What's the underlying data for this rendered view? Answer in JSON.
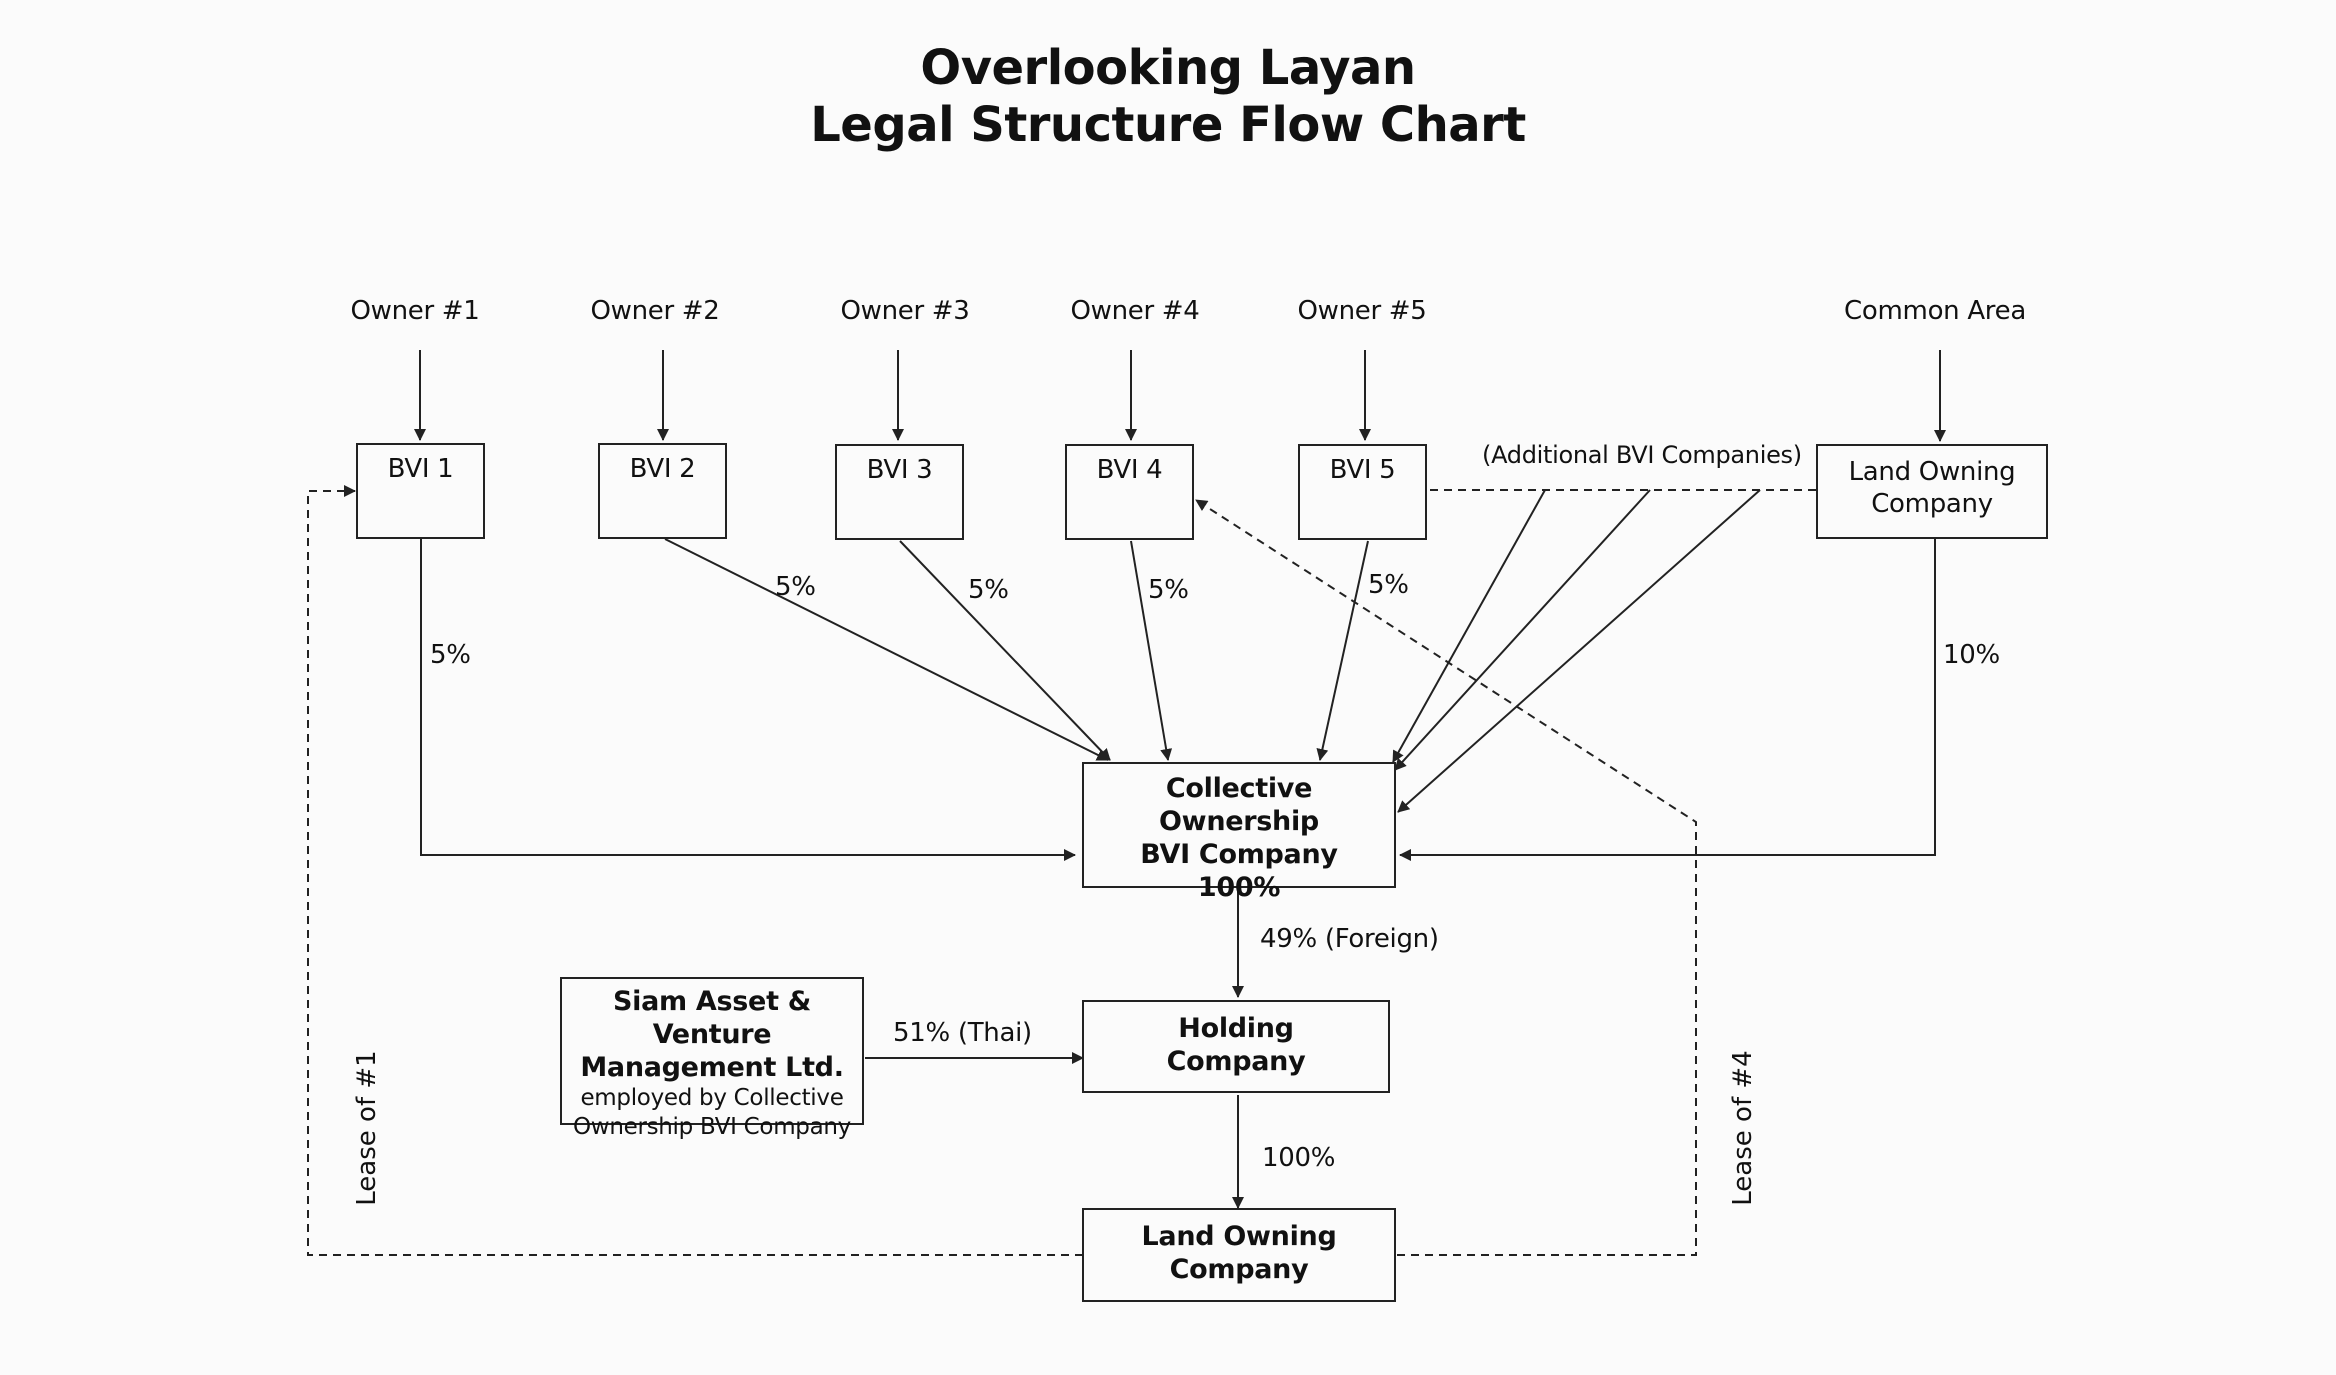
{
  "title": {
    "line1": "Overlooking Layan",
    "line2": "Legal Structure Flow Chart"
  },
  "owners": [
    "Owner #1",
    "Owner #2",
    "Owner #3",
    "Owner #4",
    "Owner #5"
  ],
  "common_area": "Common Area",
  "bvi_boxes": [
    "BVI 1",
    "BVI 2",
    "BVI 3",
    "BVI 4",
    "BVI 5"
  ],
  "additional_bvi": "(Additional BVI Companies)",
  "land_owning_top": {
    "line1": "Land Owning",
    "line2": "Company"
  },
  "share_labels": {
    "bvi1": "5%",
    "bvi2": "5%",
    "bvi3": "5%",
    "bvi4": "5%",
    "bvi5": "5%",
    "land_top": "10%"
  },
  "collective": {
    "line1": "Collective Ownership",
    "line2": "BVI Company",
    "line3": "100%"
  },
  "foreign_label": "49% (Foreign)",
  "siam": {
    "line1": "Siam Asset & Venture",
    "line2": "Management Ltd.",
    "line3": "employed by Collective",
    "line4": "Ownership BVI Company"
  },
  "thai_label": "51% (Thai)",
  "holding": {
    "line1": "Holding",
    "line2": "Company"
  },
  "holding_pct": "100%",
  "land_owning_bottom": {
    "line1": "Land Owning",
    "line2": "Company"
  },
  "lease1": "Lease of #1",
  "lease4": "Lease of #4"
}
